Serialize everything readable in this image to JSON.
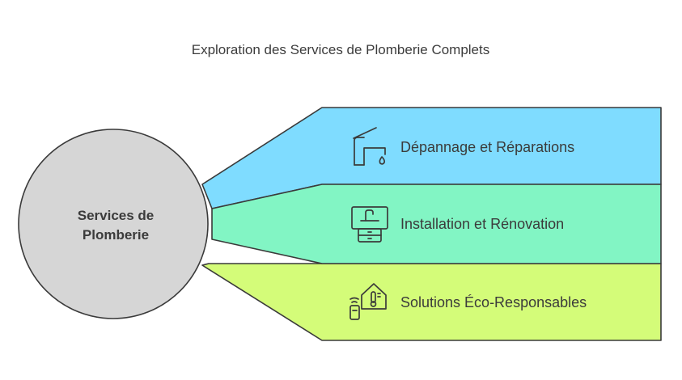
{
  "diagram": {
    "title": "Exploration des Services de Plomberie Complets",
    "center": {
      "line1": "Services de",
      "line2": "Plomberie",
      "fill": "#d6d6d6"
    },
    "branches": [
      {
        "label": "Dépannage et Réparations",
        "icon": "faucet-icon",
        "color": "#7fdcff"
      },
      {
        "label": "Installation et Rénovation",
        "icon": "sink-cabinet-icon",
        "color": "#82f5c4"
      },
      {
        "label": "Solutions Éco-Responsables",
        "icon": "smart-home-thermostat-icon",
        "color": "#d4fc79"
      }
    ]
  }
}
